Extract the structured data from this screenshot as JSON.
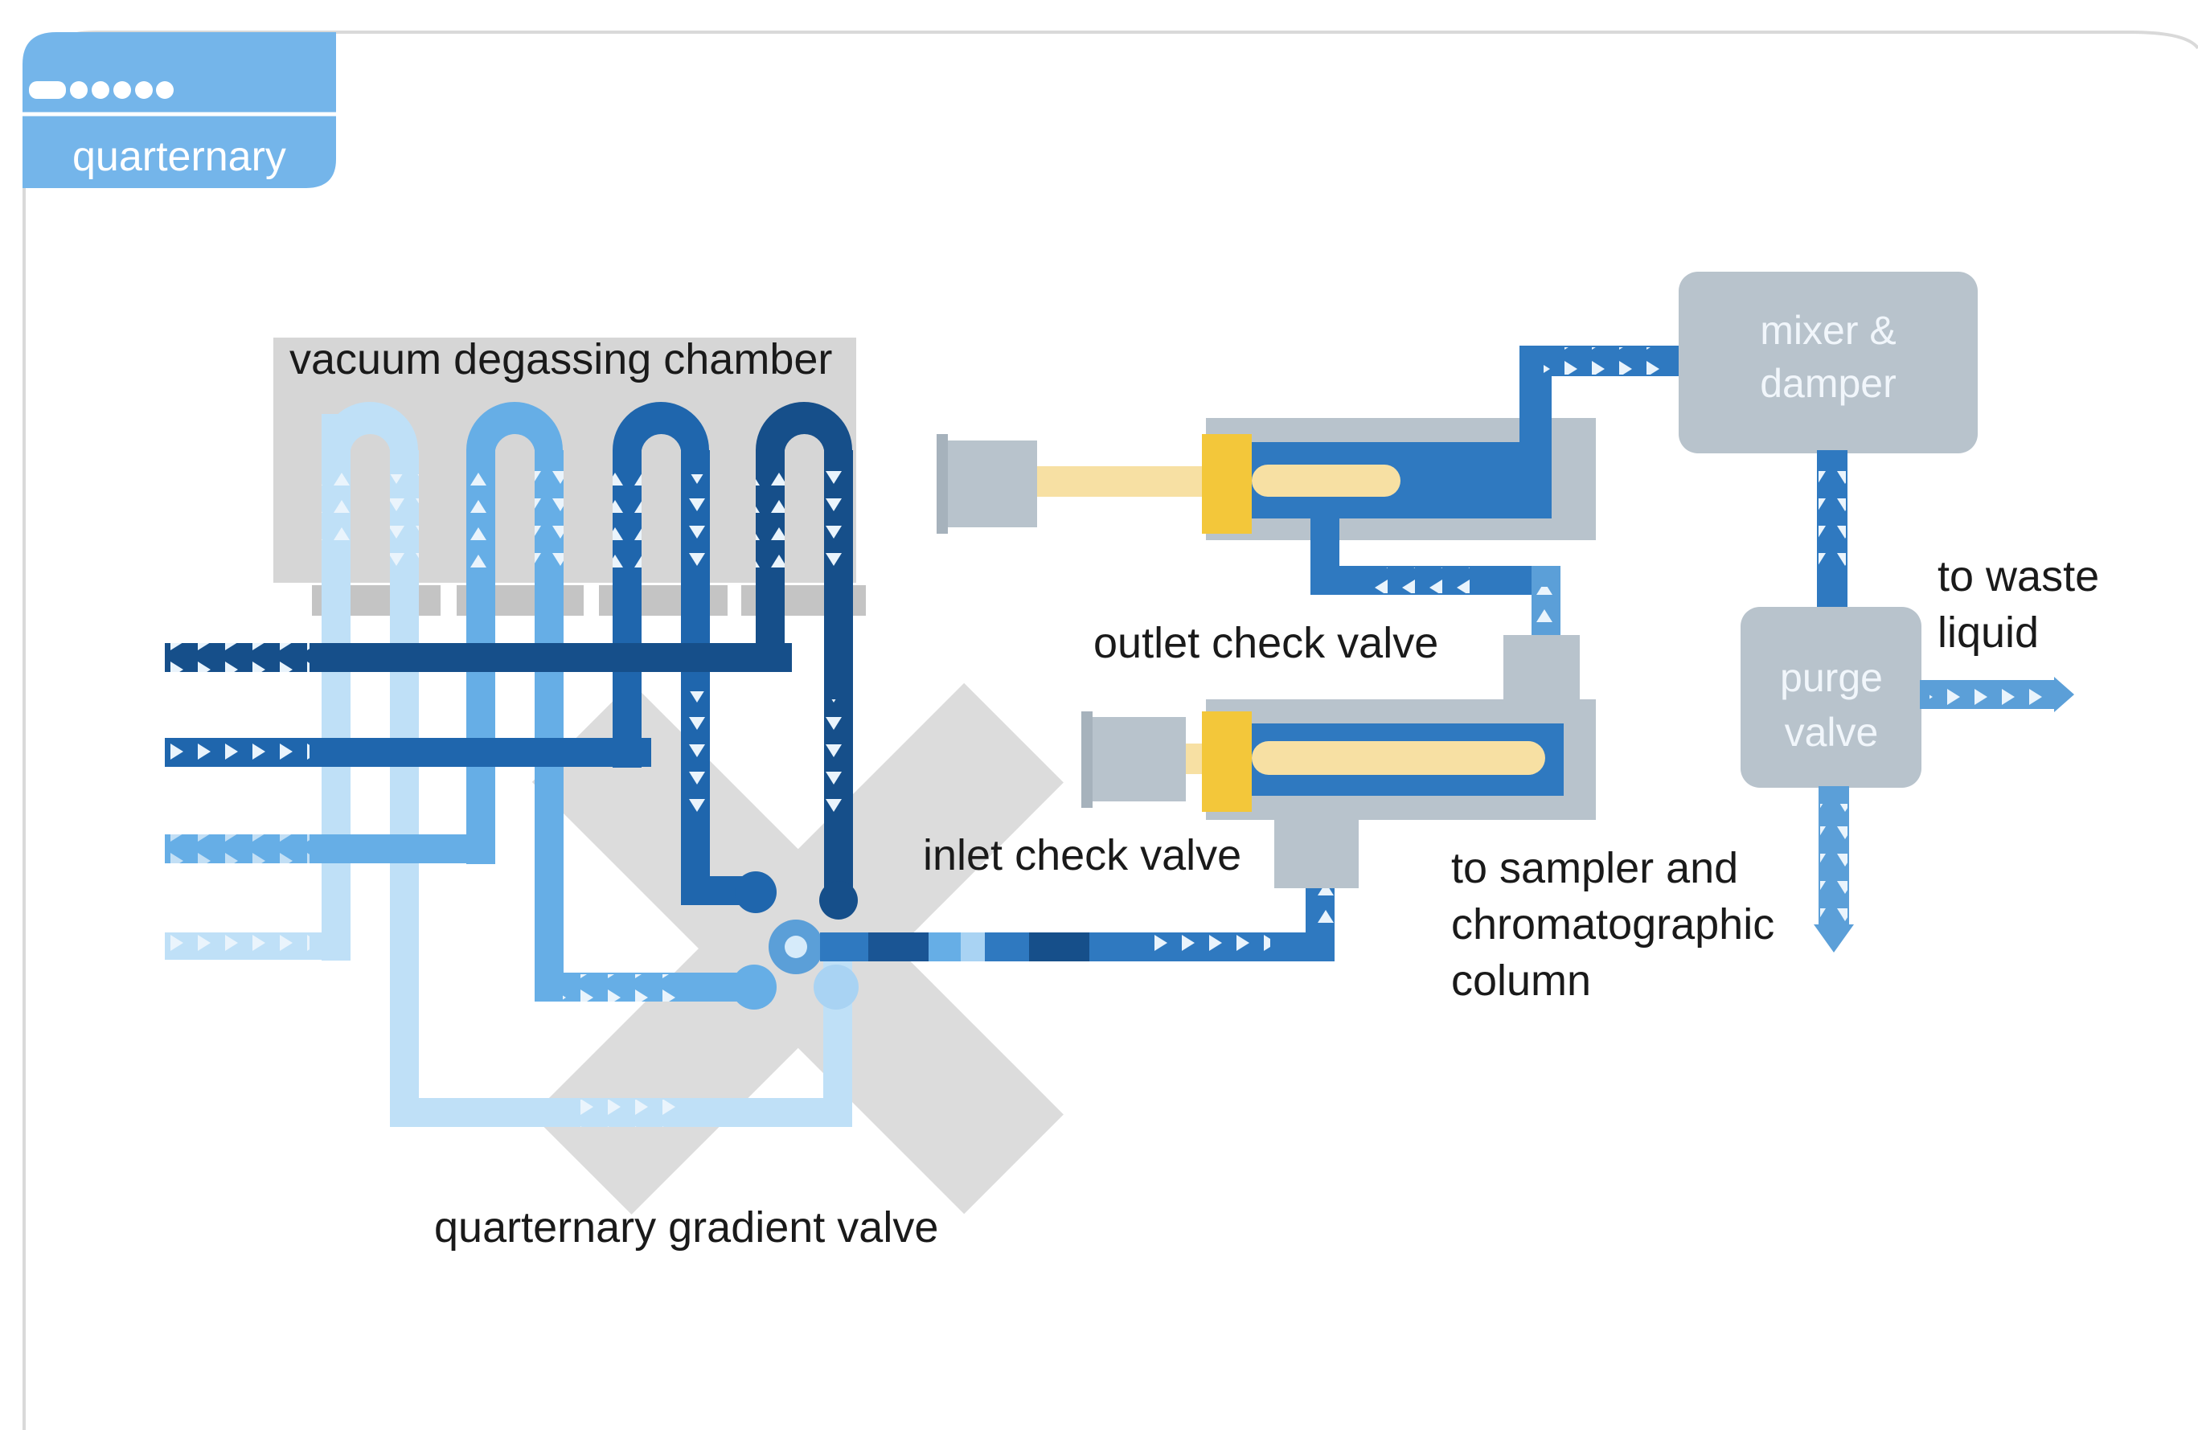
{
  "tab": {
    "label": "quarternary"
  },
  "labels": {
    "vacuum_chamber": "vacuum degassing chamber",
    "outlet_check_valve": "outlet check valve",
    "inlet_check_valve": "inlet check valve",
    "gradient_valve": "quarternary gradient valve",
    "mixer_line1": "mixer &",
    "mixer_line2": "damper",
    "purge_line1": "purge",
    "purge_line2": "valve",
    "waste_line1": "to waste",
    "waste_line2": "liquid",
    "sampler_line1": "to sampler and",
    "sampler_line2": "chromatographic",
    "sampler_line3": "column"
  },
  "colors": {
    "solvent_a": "#1d5a97",
    "solvent_b": "#2f79c0",
    "solvent_c": "#66aee6",
    "solvent_d": "#a9d3f3",
    "component_gray": "#b8c3cc",
    "chamber_gray": "#d6d6d6",
    "piston_yellow": "#f3c73a",
    "piston_light": "#f7e0a3",
    "tab_blue": "#74b5ea"
  }
}
